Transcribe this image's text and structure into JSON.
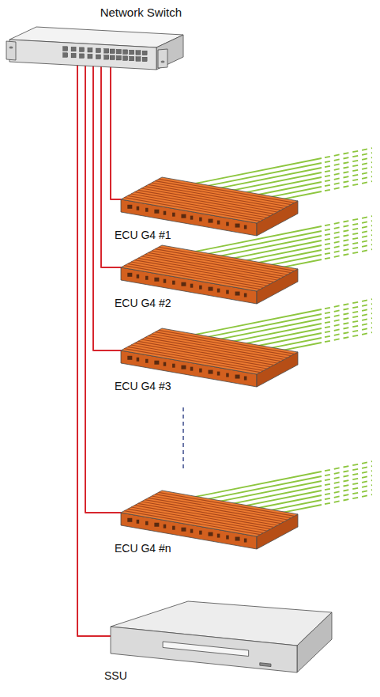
{
  "diagram": {
    "nodes": [
      {
        "text": [
          "Network Switch"
        ]
      },
      {
        "text": [
          "ECU G4 #1"
        ]
      },
      {
        "text": [
          "ECU G4 #2"
        ]
      },
      {
        "text": [
          "ECU G4 #3"
        ]
      },
      {
        "text": [
          "ECU G4 #n"
        ]
      },
      {
        "text": [
          "SSU"
        ]
      }
    ],
    "edges": [
      {
        "from": 0,
        "to": 1,
        "arrow": "none"
      },
      {
        "from": 0,
        "to": 2,
        "arrow": "none"
      },
      {
        "from": 0,
        "to": 3,
        "arrow": "none"
      },
      {
        "from": 0,
        "to": 4,
        "arrow": "none"
      },
      {
        "from": 0,
        "to": 5,
        "arrow": "none"
      }
    ]
  }
}
